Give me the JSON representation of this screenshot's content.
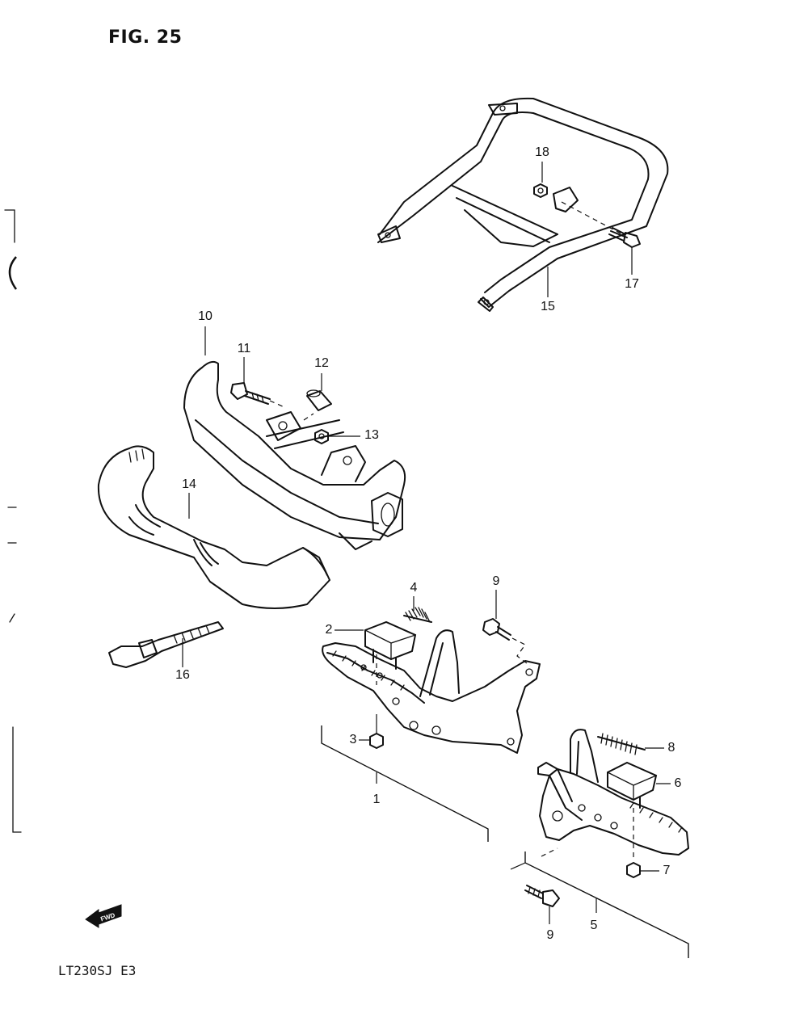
{
  "figure_title": "FIG. 25",
  "model_code": "LT230SJ E3",
  "fwd_label": "FWD",
  "callouts": [
    {
      "id": "1",
      "label": "1"
    },
    {
      "id": "2",
      "label": "2"
    },
    {
      "id": "3",
      "label": "3"
    },
    {
      "id": "4",
      "label": "4"
    },
    {
      "id": "5",
      "label": "5"
    },
    {
      "id": "6",
      "label": "6"
    },
    {
      "id": "7",
      "label": "7"
    },
    {
      "id": "8",
      "label": "8"
    },
    {
      "id": "9a",
      "label": "9"
    },
    {
      "id": "9b",
      "label": "9"
    },
    {
      "id": "10",
      "label": "10"
    },
    {
      "id": "11",
      "label": "11"
    },
    {
      "id": "12",
      "label": "12"
    },
    {
      "id": "13",
      "label": "13"
    },
    {
      "id": "14",
      "label": "14"
    },
    {
      "id": "15",
      "label": "15"
    },
    {
      "id": "16",
      "label": "16"
    },
    {
      "id": "17",
      "label": "17"
    },
    {
      "id": "18",
      "label": "18"
    }
  ]
}
